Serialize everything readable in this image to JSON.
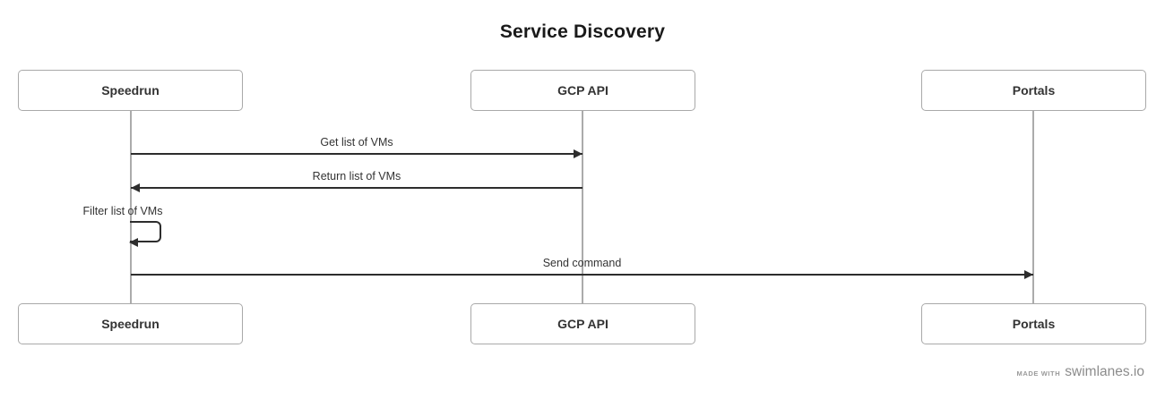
{
  "title": "Service Discovery",
  "actors": [
    {
      "label": "Speedrun"
    },
    {
      "label": "GCP API"
    },
    {
      "label": "Portals"
    }
  ],
  "messages": [
    {
      "label": "Get list of VMs",
      "from": "Speedrun",
      "to": "GCP API",
      "direction": "right"
    },
    {
      "label": "Return list of VMs",
      "from": "GCP API",
      "to": "Speedrun",
      "direction": "left"
    },
    {
      "label": "Filter list of VMs",
      "from": "Speedrun",
      "to": "Speedrun",
      "direction": "self"
    },
    {
      "label": "Send command",
      "from": "Speedrun",
      "to": "Portals",
      "direction": "right"
    }
  ],
  "branding": {
    "made_with": "MADE WITH",
    "brand": "swimlanes.io"
  },
  "colors": {
    "line": "#2d2d2d",
    "lifeline": "#ababab",
    "box_border": "#a9a9a9",
    "text": "#333333",
    "title": "#1a1a1a",
    "muted": "#8c8c8c",
    "bg": "#ffffff"
  }
}
